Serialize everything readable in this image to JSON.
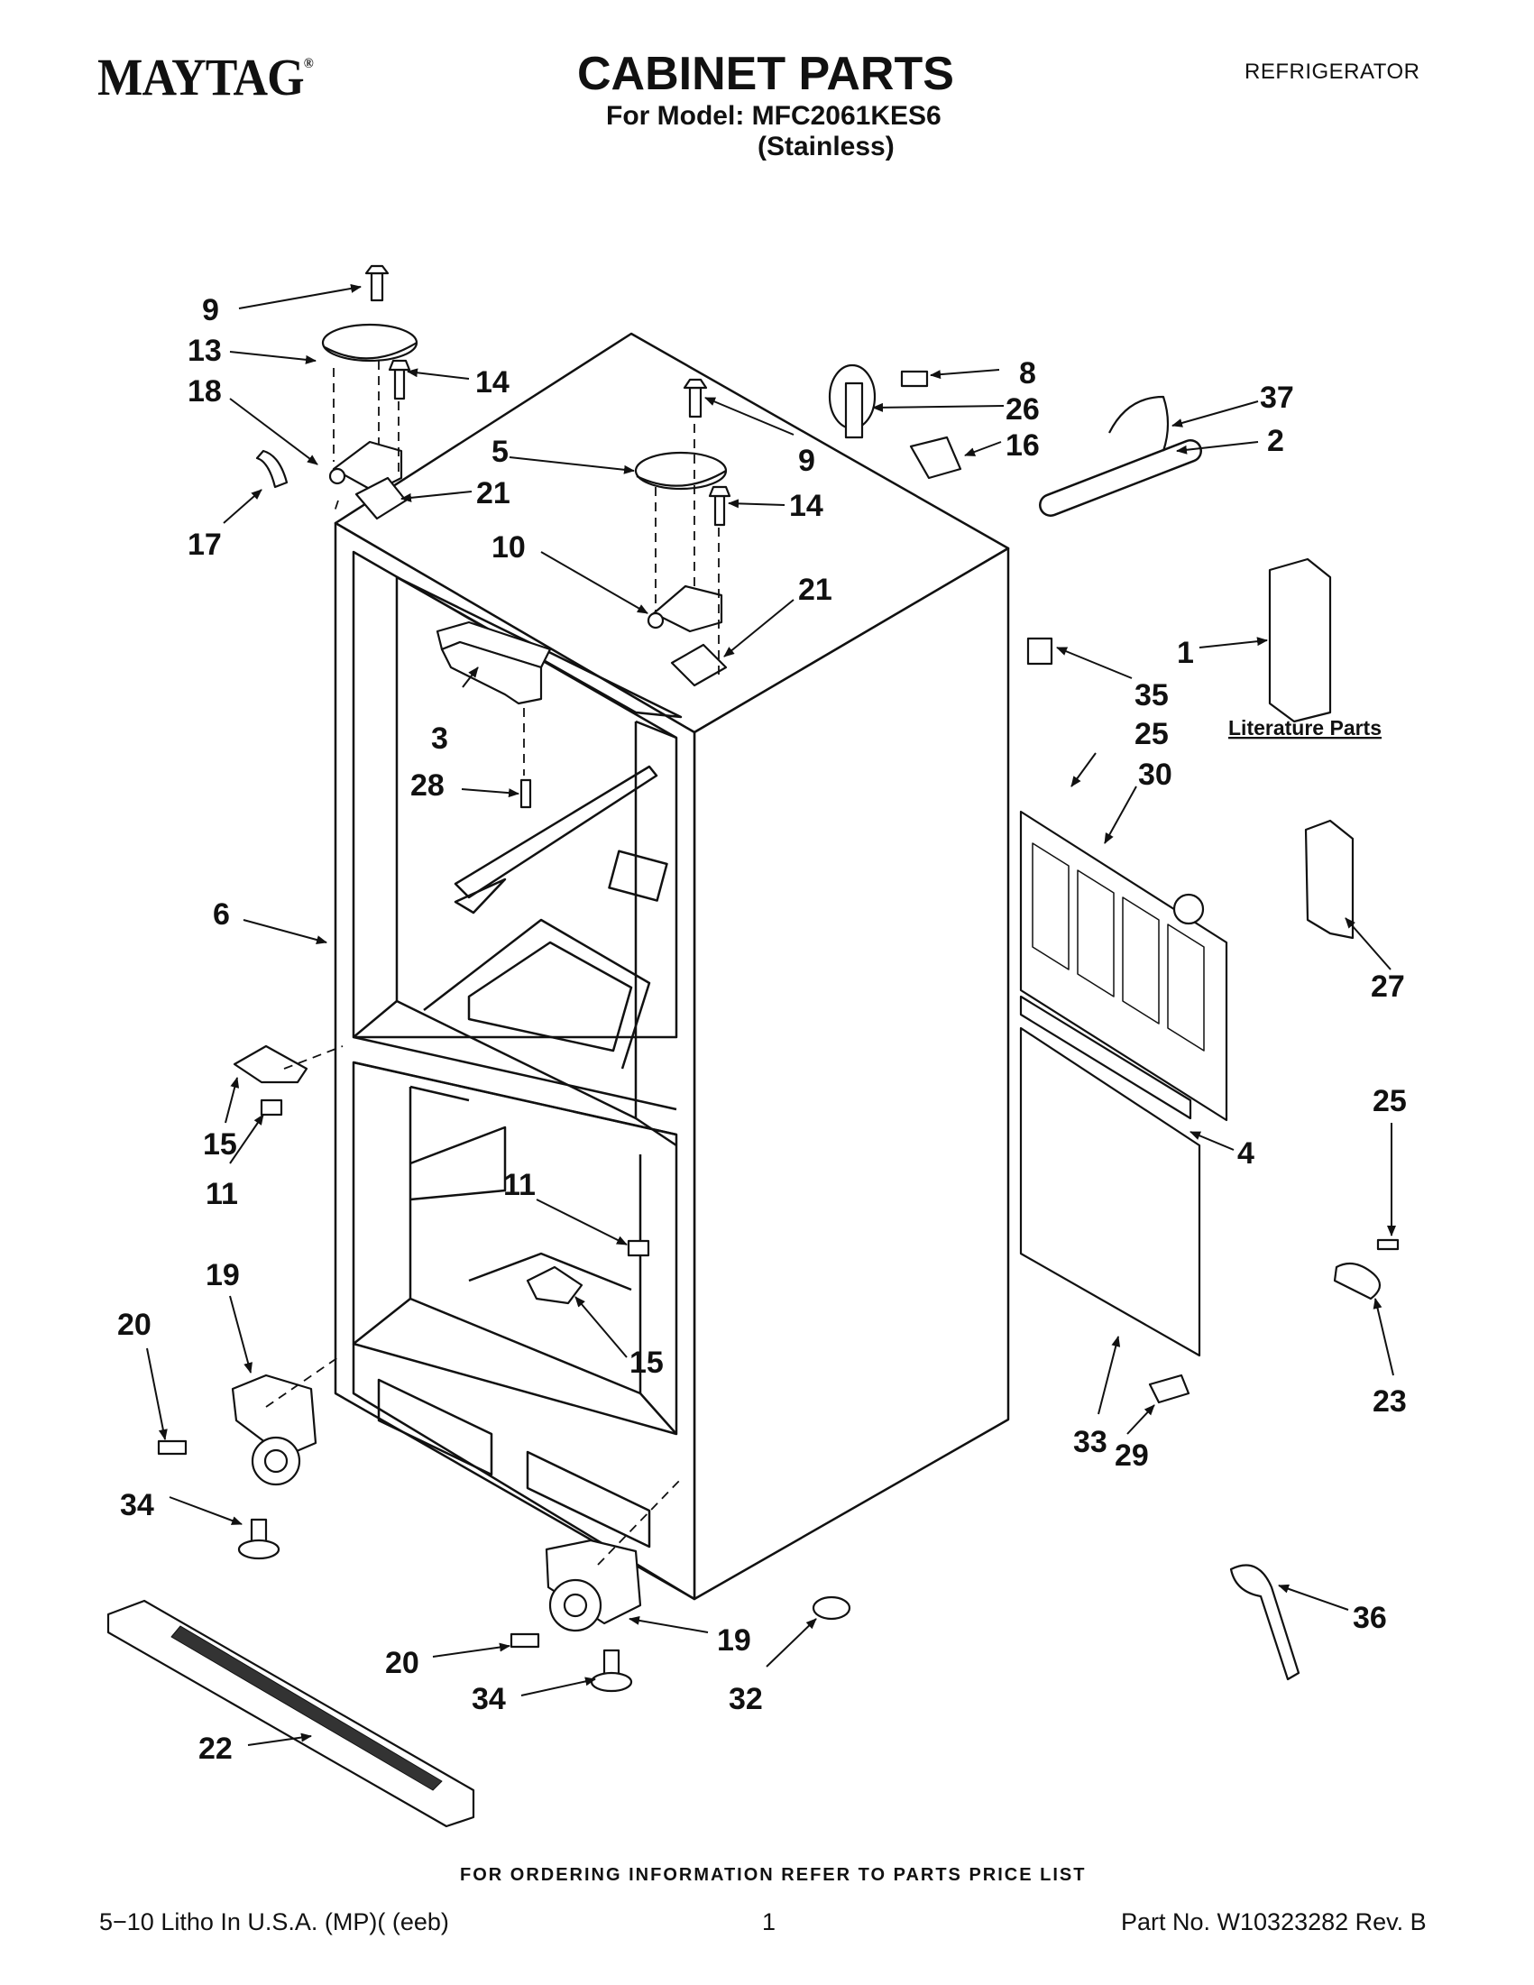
{
  "header": {
    "brand": "MAYTAG",
    "brand_mark": "®",
    "title": "CABINET PARTS",
    "model_line": "For Model: MFC2061KES6",
    "variant": "(Stainless)",
    "category": "REFRIGERATOR"
  },
  "diagram": {
    "literature_label": "Literature Parts",
    "callouts": [
      "9",
      "13",
      "14",
      "18",
      "17",
      "21",
      "5",
      "9",
      "14",
      "10",
      "21",
      "8",
      "26",
      "16",
      "37",
      "2",
      "1",
      "35",
      "25",
      "30",
      "3",
      "28",
      "6",
      "27",
      "15",
      "11",
      "4",
      "25",
      "11",
      "19",
      "20",
      "15",
      "23",
      "33",
      "29",
      "34",
      "20",
      "19",
      "32",
      "34",
      "22",
      "36"
    ]
  },
  "footer": {
    "order_note": "FOR ORDERING INFORMATION REFER TO PARTS PRICE LIST",
    "print_info": "5−10 Litho In U.S.A. (MP)( (eeb)",
    "page": "1",
    "part_no": "Part No. W10323282 Rev. B"
  }
}
